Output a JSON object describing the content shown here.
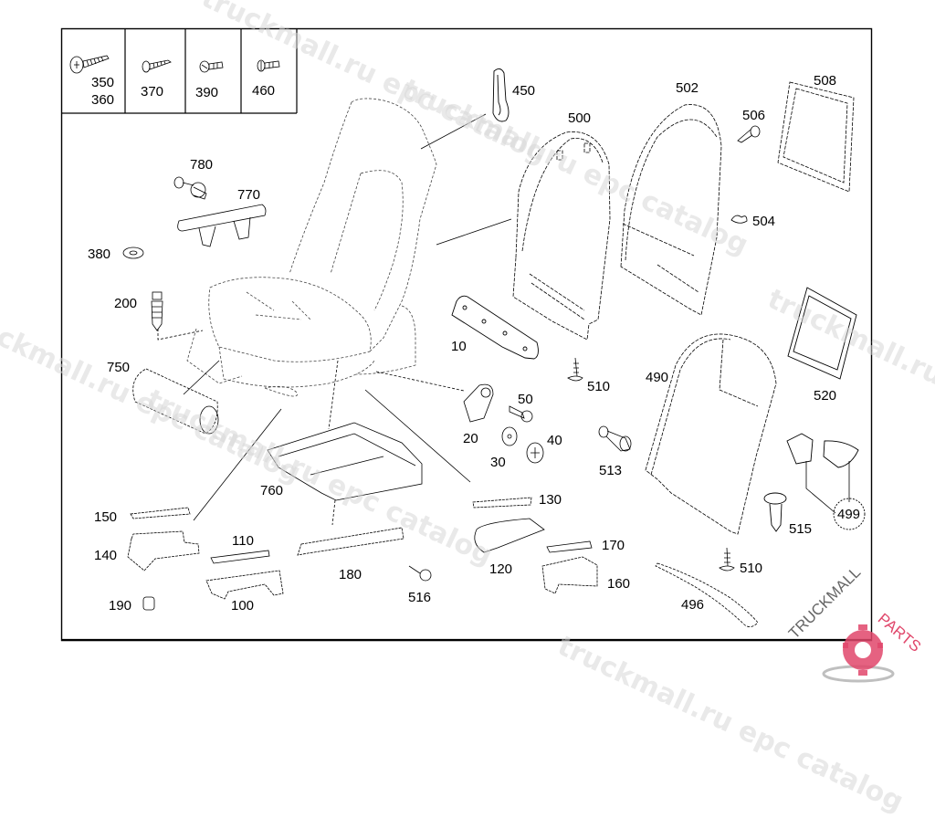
{
  "diagram": {
    "type": "exploded-parts-diagram",
    "subject": "Seat assembly"
  },
  "fastener_legend": [
    {
      "label": "350",
      "label2": "360",
      "icon": "flange-screw-icon"
    },
    {
      "label": "370",
      "icon": "tapping-screw-icon"
    },
    {
      "label": "390",
      "icon": "bolt-icon"
    },
    {
      "label": "460",
      "icon": "bolt-icon"
    }
  ],
  "callouts": {
    "c10": "10",
    "c20": "20",
    "c30": "30",
    "c40": "40",
    "c50": "50",
    "c100": "100",
    "c110": "110",
    "c120": "120",
    "c130": "130",
    "c140": "140",
    "c150": "150",
    "c160": "160",
    "c170": "170",
    "c180": "180",
    "c190": "190",
    "c200": "200",
    "c380": "380",
    "c450": "450",
    "c490": "490",
    "c496": "496",
    "c499": "499",
    "c500": "500",
    "c502": "502",
    "c504": "504",
    "c506": "506",
    "c508": "508",
    "c510a": "510",
    "c510b": "510",
    "c513": "513",
    "c515": "515",
    "c516": "516",
    "c520": "520",
    "c750": "750",
    "c760": "760",
    "c770": "770",
    "c780": "780"
  },
  "watermark": {
    "text": "truckmall.ru epc catalog"
  },
  "logo": {
    "part1": "TRUCKMALL",
    "part2": "PARTS",
    "color_dark": "#555555",
    "color_accent": "#e0476b"
  }
}
